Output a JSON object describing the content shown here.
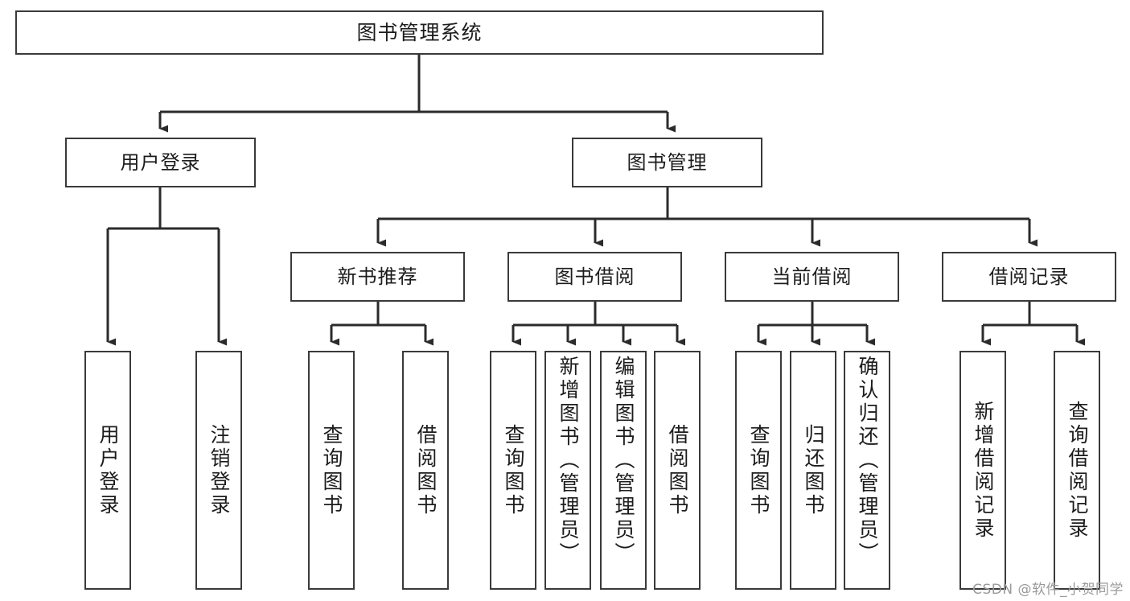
{
  "diagram": {
    "type": "tree-hierarchy",
    "title": "图书管理系统",
    "watermark": "CSDN @软件_小贺同学",
    "colors": {
      "background": "#ffffff",
      "box_border": "#3a3a3a",
      "box_fill": "#ffffff",
      "text": "#1c1c1c",
      "connector": "#2b2b2b",
      "watermark": "#9a9a9a"
    },
    "root": {
      "label": "图书管理系统"
    },
    "level1": [
      {
        "id": "user-login",
        "label": "用户登录"
      },
      {
        "id": "book-management",
        "label": "图书管理"
      }
    ],
    "level2": [
      {
        "id": "new-book-recommend",
        "label": "新书推荐",
        "parent": "book-management"
      },
      {
        "id": "book-borrow",
        "label": "图书借阅",
        "parent": "book-management"
      },
      {
        "id": "current-borrow",
        "label": "当前借阅",
        "parent": "book-management"
      },
      {
        "id": "borrow-record",
        "label": "借阅记录",
        "parent": "book-management"
      }
    ],
    "leaves": [
      {
        "id": "leaf-user-login",
        "label": "用户登录",
        "parent": "user-login"
      },
      {
        "id": "leaf-logout",
        "label": "注销登录",
        "parent": "user-login"
      },
      {
        "id": "leaf-query-book-1",
        "label": "查询图书",
        "parent": "new-book-recommend"
      },
      {
        "id": "leaf-borrow-book-1",
        "label": "借阅图书",
        "parent": "new-book-recommend"
      },
      {
        "id": "leaf-query-book-2",
        "label": "查询图书",
        "parent": "book-borrow"
      },
      {
        "id": "leaf-add-book",
        "label": "新增图书（管理员）",
        "parent": "book-borrow"
      },
      {
        "id": "leaf-edit-book",
        "label": "编辑图书（管理员）",
        "parent": "book-borrow"
      },
      {
        "id": "leaf-borrow-book-2",
        "label": "借阅图书",
        "parent": "book-borrow"
      },
      {
        "id": "leaf-query-book-3",
        "label": "查询图书",
        "parent": "current-borrow"
      },
      {
        "id": "leaf-return-book",
        "label": "归还图书",
        "parent": "current-borrow"
      },
      {
        "id": "leaf-confirm-return",
        "label": "确认归还（管理员）",
        "parent": "current-borrow"
      },
      {
        "id": "leaf-add-borrow-record",
        "label": "新增借阅记录",
        "parent": "borrow-record"
      },
      {
        "id": "leaf-query-borrow-record",
        "label": "查询借阅记录",
        "parent": "borrow-record"
      }
    ]
  }
}
